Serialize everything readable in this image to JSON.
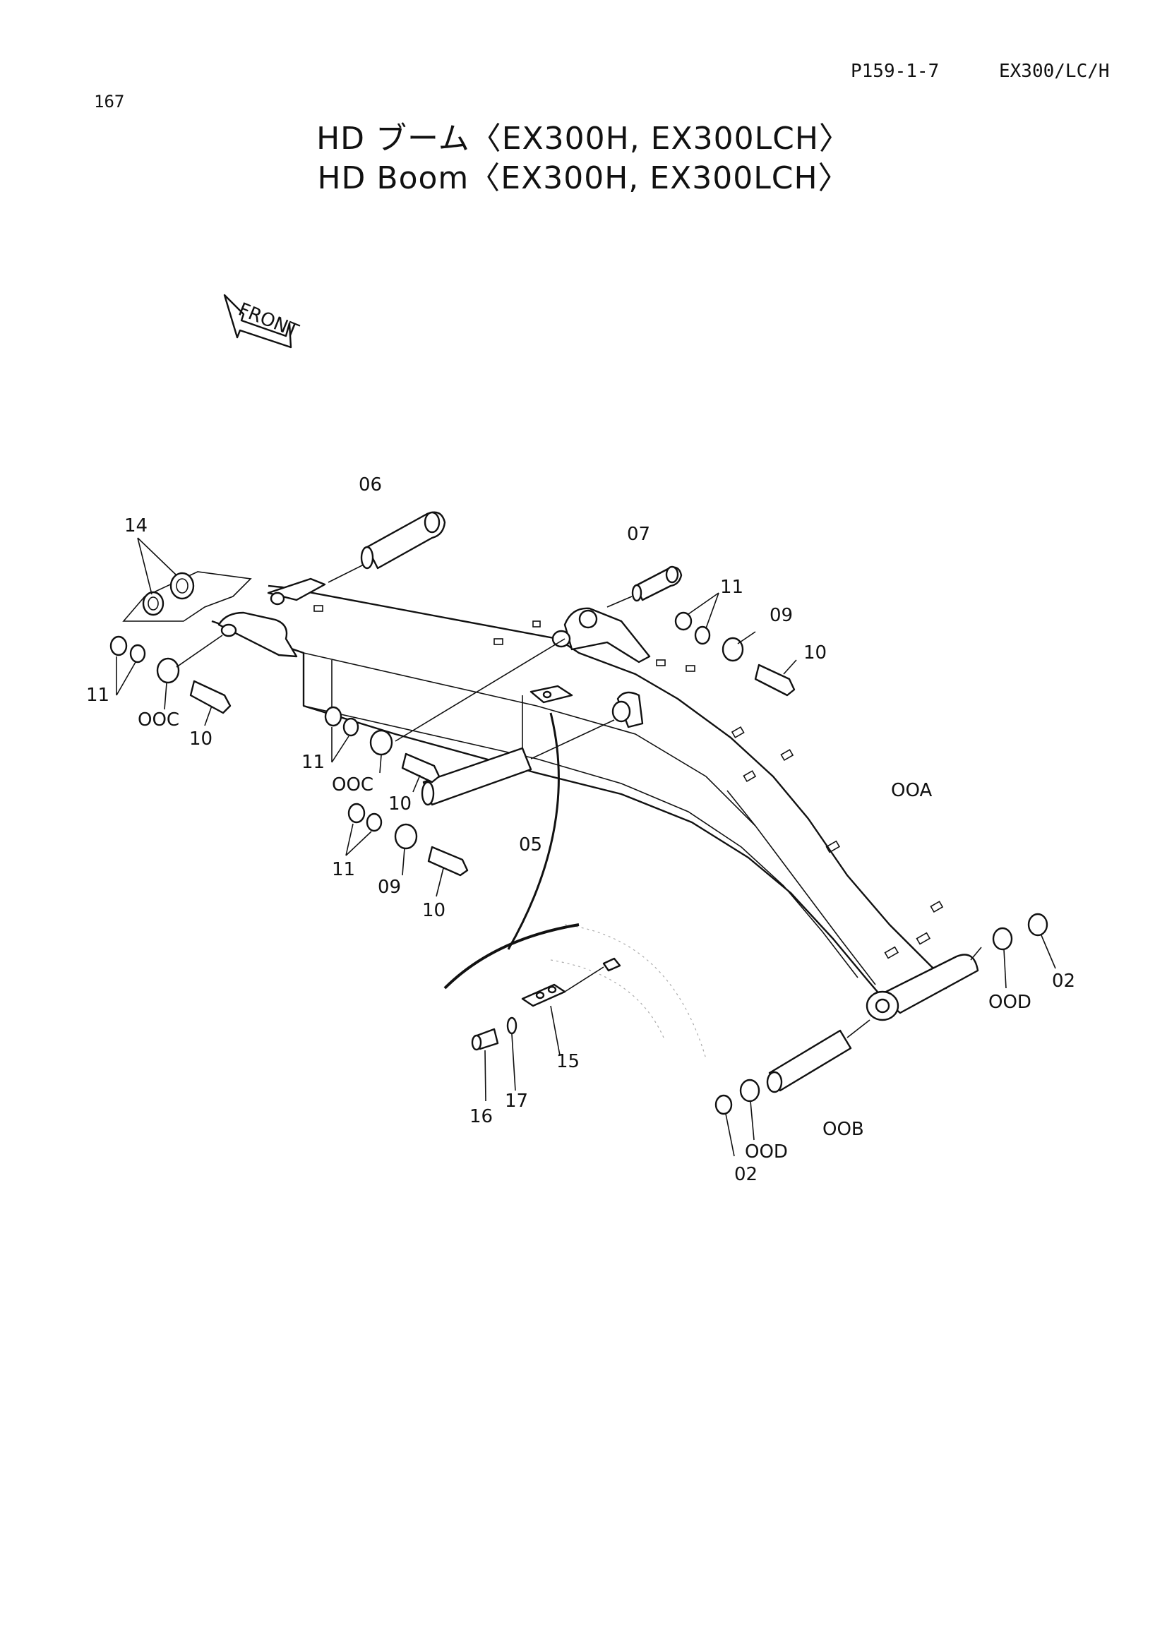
{
  "header": {
    "page_number": "167",
    "ref_code": "P159-1-7",
    "model_code": "EX300/LC/H"
  },
  "title": {
    "japanese": "HD ブーム〈EX300H, EX300LCH〉",
    "english": "HD Boom〈EX300H, EX300LCH〉"
  },
  "front_indicator": "FRONT",
  "callouts": {
    "p06": "06",
    "p14": "14",
    "p07": "07",
    "p11a": "11",
    "p09a": "09",
    "p10a": "10",
    "p11b": "11",
    "p00c_a": "OOC",
    "p10b": "10",
    "p11c": "11",
    "p00c_b": "OOC",
    "p10c": "10",
    "p00a": "OOA",
    "p05": "05",
    "p11d": "11",
    "p09b": "09",
    "p10d": "10",
    "p02a": "02",
    "p00d_a": "OOD",
    "p15": "15",
    "p17": "17",
    "p16": "16",
    "p00b": "OOB",
    "p00d_b": "OOD",
    "p02b": "02"
  }
}
